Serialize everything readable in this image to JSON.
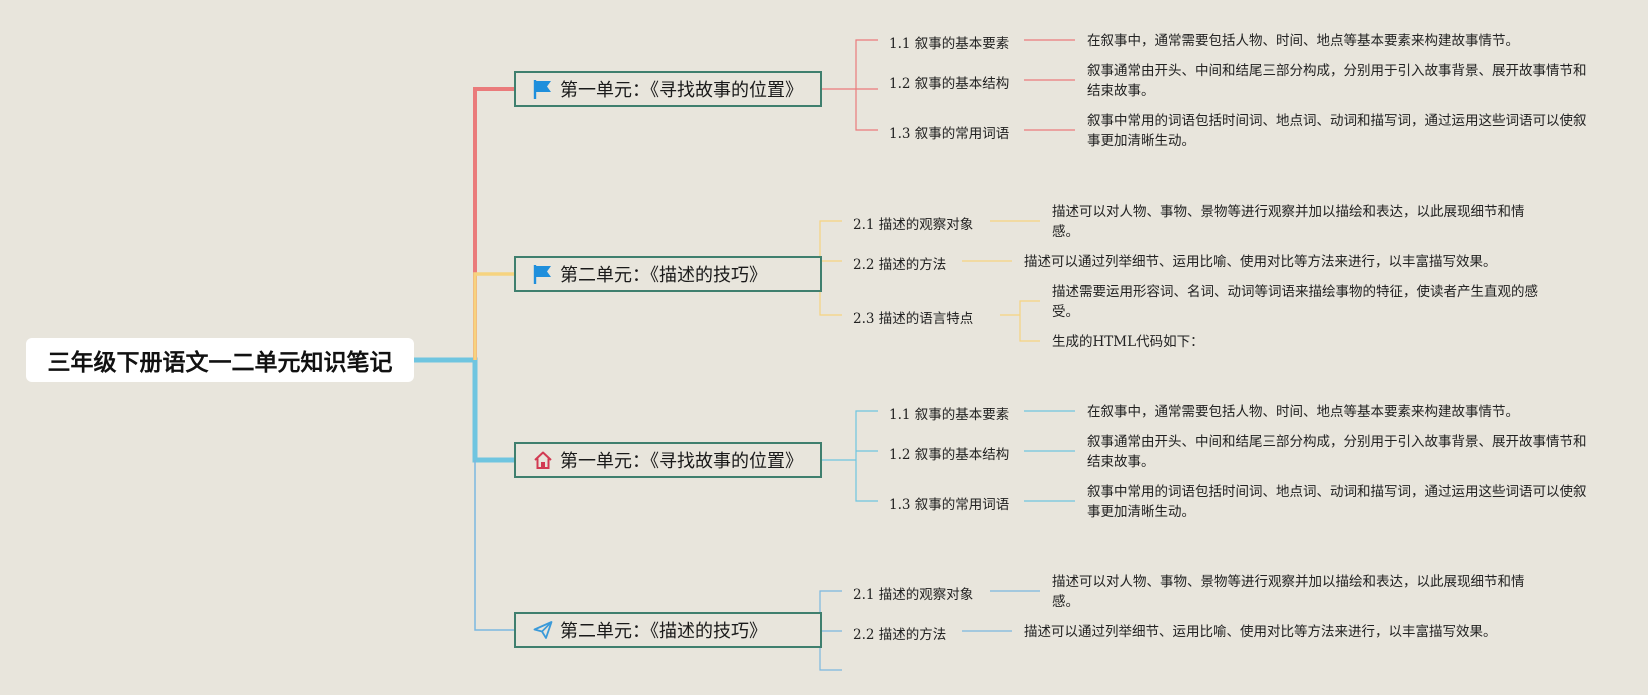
{
  "root": {
    "title": "三年级下册语文一二单元知识笔记"
  },
  "colors": {
    "branch1": "#ea7b7b",
    "branch2": "#f6d37f",
    "branch3": "#6fc5e0",
    "branch4": "#7ab8e0",
    "unit_border": "#3f7f6e",
    "flag": "#1f8fdc",
    "house": "#d23a52",
    "plane": "#3a9ad9"
  },
  "branches": [
    {
      "label": "第一单元：《寻找故事的位置》",
      "icon": "flag-icon",
      "topics": [
        {
          "label": "1.1 叙事的基本要素",
          "leaves": [
            "在叙事中，通常需要包括人物、时间、地点等基本要素来构建故事情节。"
          ]
        },
        {
          "label": "1.2 叙事的基本结构",
          "leaves": [
            "叙事通常由开头、中间和结尾三部分构成，分别用于引入故事背景、展开故事情节和结束故事。"
          ]
        },
        {
          "label": "1.3 叙事的常用词语",
          "leaves": [
            "叙事中常用的词语包括时间词、地点词、动词和描写词，通过运用这些词语可以使叙事更加清晰生动。"
          ]
        }
      ]
    },
    {
      "label": "第二单元：《描述的技巧》",
      "icon": "flag-icon",
      "topics": [
        {
          "label": "2.1 描述的观察对象",
          "leaves": [
            "描述可以对人物、事物、景物等进行观察并加以描绘和表达，以此展现细节和情感。"
          ]
        },
        {
          "label": "2.2 描述的方法",
          "leaves": [
            "描述可以通过列举细节、运用比喻、使用对比等方法来进行，以丰富描写效果。"
          ]
        },
        {
          "label": "2.3 描述的语言特点",
          "leaves": [
            "描述需要运用形容词、名词、动词等词语来描绘事物的特征，使读者产生直观的感受。",
            "生成的HTML代码如下："
          ]
        }
      ]
    },
    {
      "label": "第一单元：《寻找故事的位置》",
      "icon": "house-icon",
      "topics": [
        {
          "label": "1.1 叙事的基本要素",
          "leaves": [
            "在叙事中，通常需要包括人物、时间、地点等基本要素来构建故事情节。"
          ]
        },
        {
          "label": "1.2 叙事的基本结构",
          "leaves": [
            "叙事通常由开头、中间和结尾三部分构成，分别用于引入故事背景、展开故事情节和结束故事。"
          ]
        },
        {
          "label": "1.3 叙事的常用词语",
          "leaves": [
            "叙事中常用的词语包括时间词、地点词、动词和描写词，通过运用这些词语可以使叙事更加清晰生动。"
          ]
        }
      ]
    },
    {
      "label": "第二单元：《描述的技巧》",
      "icon": "paper-plane-icon",
      "topics": [
        {
          "label": "2.1 描述的观察对象",
          "leaves": [
            "描述可以对人物、事物、景物等进行观察并加以描绘和表达，以此展现细节和情感。"
          ]
        },
        {
          "label": "2.2 描述的方法",
          "leaves": [
            "描述可以通过列举细节、运用比喻、使用对比等方法来进行，以丰富描写效果。"
          ]
        }
      ]
    }
  ]
}
